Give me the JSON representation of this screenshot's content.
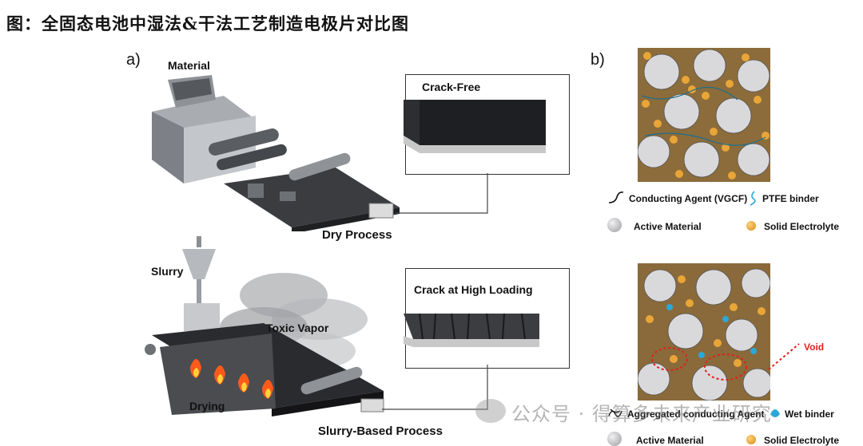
{
  "title": "图：全固态电池中湿法&干法工艺制造电极片对比图",
  "panel_a": {
    "letter": "a)",
    "dry": {
      "material_label": "Material",
      "inset_label": "Crack-Free",
      "process_label": "Dry Process"
    },
    "slurry": {
      "slurry_label": "Slurry",
      "vapor_label": "Toxic Vapor",
      "drying_label": "Drying",
      "inset_label": "Crack at High Loading",
      "process_label": "Slurry-Based Process"
    }
  },
  "panel_b": {
    "letter": "b)",
    "top_legend": {
      "conducting_agent": "Conducting Agent (VGCF)",
      "binder": "PTFE binder",
      "active_material": "Active Material",
      "solid_electrolyte": "Solid Electrolyte"
    },
    "bottom_legend": {
      "conducting_agent": "Aggregated conducting Agent",
      "binder": "Wet binder",
      "active_material": "Active Material",
      "solid_electrolyte": "Solid Electrolyte",
      "void": "Void"
    }
  },
  "watermark": "公众号 · 得算多未来产业研究",
  "colors": {
    "electrolyte": "#e9a637",
    "active_material": "#cfcfd2",
    "binder": "#2aa8d8",
    "void": "#e02020",
    "fire": "#ff5a1a"
  }
}
